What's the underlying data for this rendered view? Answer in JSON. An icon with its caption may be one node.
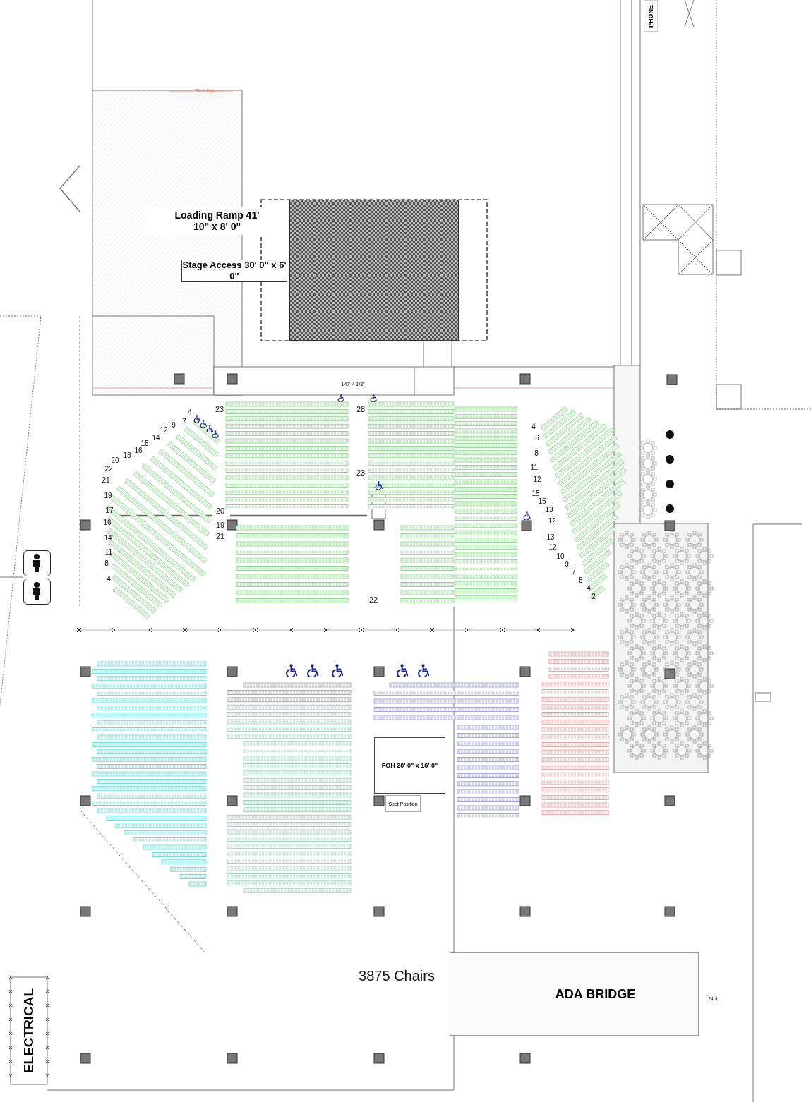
{
  "diagram": {
    "nodes": [
      {
        "text": [
          "Loading Ramp 41' 10\" x 8' 0\""
        ]
      },
      {
        "text": [
          "Stage Access 30' 0\" x 6' 0\""
        ]
      },
      {
        "text": [],
        "shape": "box"
      },
      {
        "text": [
          "FOH 20' 0\" x 16' 0\""
        ]
      },
      {
        "text": [
          "Spot Position"
        ]
      },
      {
        "text": [
          "ADA BRIDGE"
        ]
      },
      {
        "text": [
          "ELECTRICAL"
        ]
      },
      {
        "text": [
          "PHONE"
        ]
      }
    ],
    "labels": [
      "24 ft 2 in",
      "147' 4 1/8\"",
      "23",
      "28",
      "4",
      "7",
      "9",
      "12",
      "14",
      "15",
      "16",
      "18",
      "20",
      "22",
      "21",
      "19",
      "17",
      "16",
      "14",
      "11",
      "8",
      "4",
      "23",
      "20",
      "19",
      "21",
      "22",
      "4",
      "6",
      "8",
      "11",
      "12",
      "15",
      "15",
      "13",
      "12",
      "13",
      "12",
      "10",
      "9",
      "7",
      "5",
      "4",
      "2",
      "3875 Chairs",
      "24 ft"
    ]
  }
}
